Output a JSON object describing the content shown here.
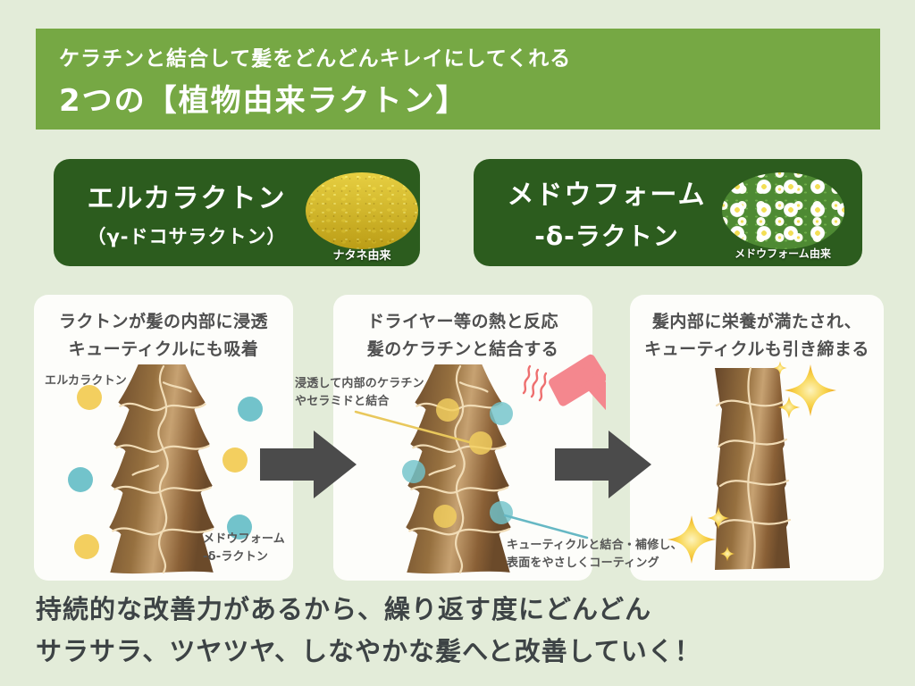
{
  "header": {
    "line1": "ケラチンと結合して髪をどんどんキレイにしてくれる",
    "line2": "2つの【植物由来ラクトン】"
  },
  "ingredients": [
    {
      "name": "エルカラクトン",
      "subname": "（γ-ドコサラクトン）",
      "source_caption": "ナタネ由来",
      "image": "rapeseed-flower-field"
    },
    {
      "name": "メドウフォーム",
      "subname": "-δ-ラクトン",
      "source_caption": "メドウフォーム由来",
      "image": "meadowfoam-flower-field"
    }
  ],
  "steps": [
    {
      "title1": "ラクトンが髪の内部に浸透",
      "title2": "キューティクルにも吸着",
      "label_erucalactone": "エルカラクトン",
      "label_meadowfoam1": "メドウフォーム",
      "label_meadowfoam2": "-δ-ラクトン"
    },
    {
      "title1": "ドライヤー等の熱と反応",
      "title2": "髪のケラチンと結合する",
      "label_inner1": "浸透して内部のケラチン",
      "label_inner2": "やセラミドと結合",
      "label_cuticle1": "キューティクルと結合・補修し、",
      "label_cuticle2": "表面をやさしくコーティング"
    },
    {
      "title1": "髪内部に栄養が満たされ、",
      "title2": "キューティクルも引き締まる"
    }
  ],
  "footer": {
    "line1": "持続的な改善力があるから、繰り返す度にどんどん",
    "line2": "サラサラ、ツヤツヤ、しなやかな髪へと改善していく！"
  },
  "icons": {
    "arrow": "right-arrow",
    "hair_dryer": "hair-dryer",
    "sparkle": "four-point-star",
    "erucalactone_dot": "yellow-circle",
    "meadowfoam_dot": "teal-circle",
    "hair_shaft": "hair-cuticle-illustration"
  },
  "colors": {
    "page_background": "#e3ecd9",
    "header_green": "#76a844",
    "box_dark_green": "#2c5c1e",
    "panel_white": "#fdfdfa",
    "title_gray": "#4f4f4f",
    "footer_text": "#3d4345",
    "arrow_gray": "#4b4b4b",
    "dot_yellow": "#f3cf5f",
    "dot_teal": "#72c3cb",
    "dryer_pink": "#f4878e",
    "hair_brown_dark": "#6b4a2a",
    "hair_brown_light": "#c7a272",
    "crack_cream": "#f1dcb6",
    "sparkle_gold": "#f6c63c"
  }
}
